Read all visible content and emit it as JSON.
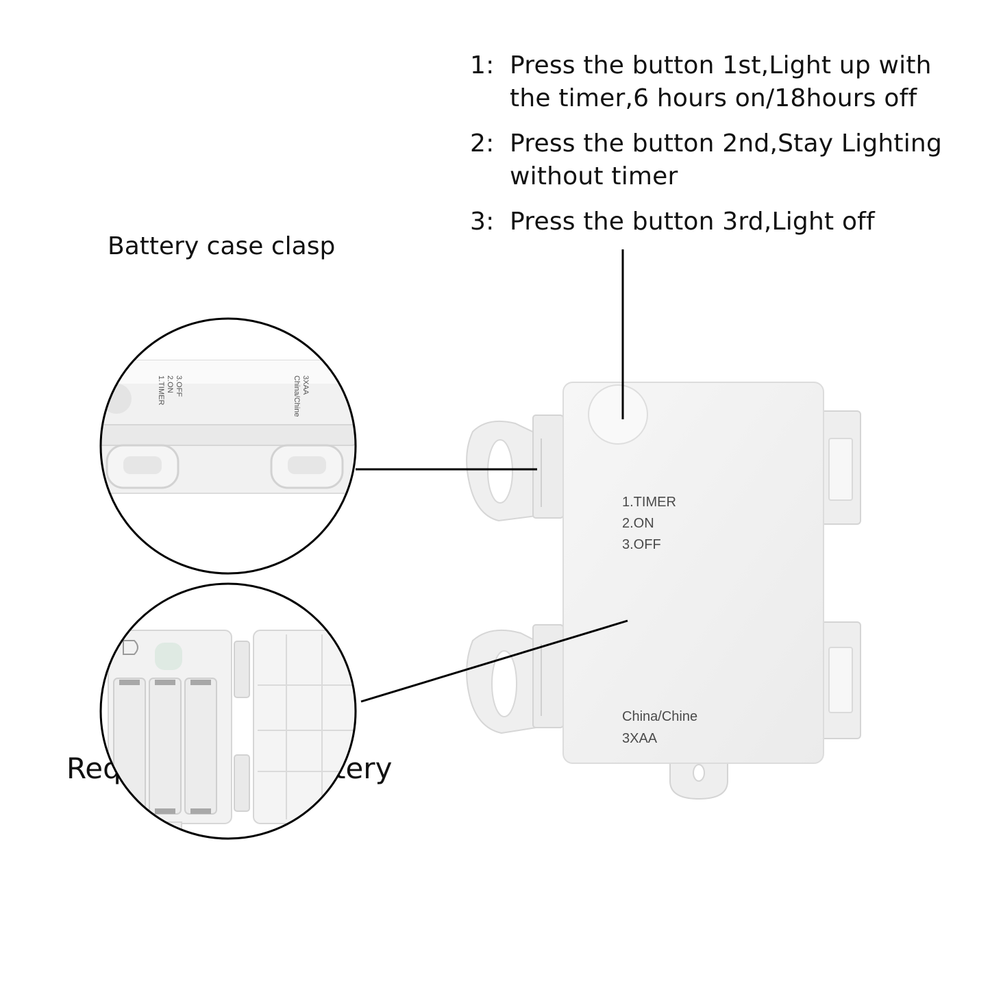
{
  "instructions": [
    {
      "num": "1:",
      "text": "Press the button 1st,Light up with the timer,6 hours on/18hours off"
    },
    {
      "num": "2:",
      "text": "Press the button 2nd,Stay Lighting without timer"
    },
    {
      "num": "3:",
      "text": "Press the button 3rd,Light off"
    }
  ],
  "captions": {
    "clasp": "Battery case clasp",
    "battery": "Required 3*AA Battery"
  },
  "case_labels": {
    "line1": "1.TIMER",
    "line2": "2.ON",
    "line3": "3.OFF",
    "origin": "China/Chine",
    "battery": "3XAA"
  },
  "colors": {
    "case_body": "#f3f3f3",
    "case_edge": "#dcdcdc",
    "leader_line": "#000000",
    "text": "#111111"
  }
}
